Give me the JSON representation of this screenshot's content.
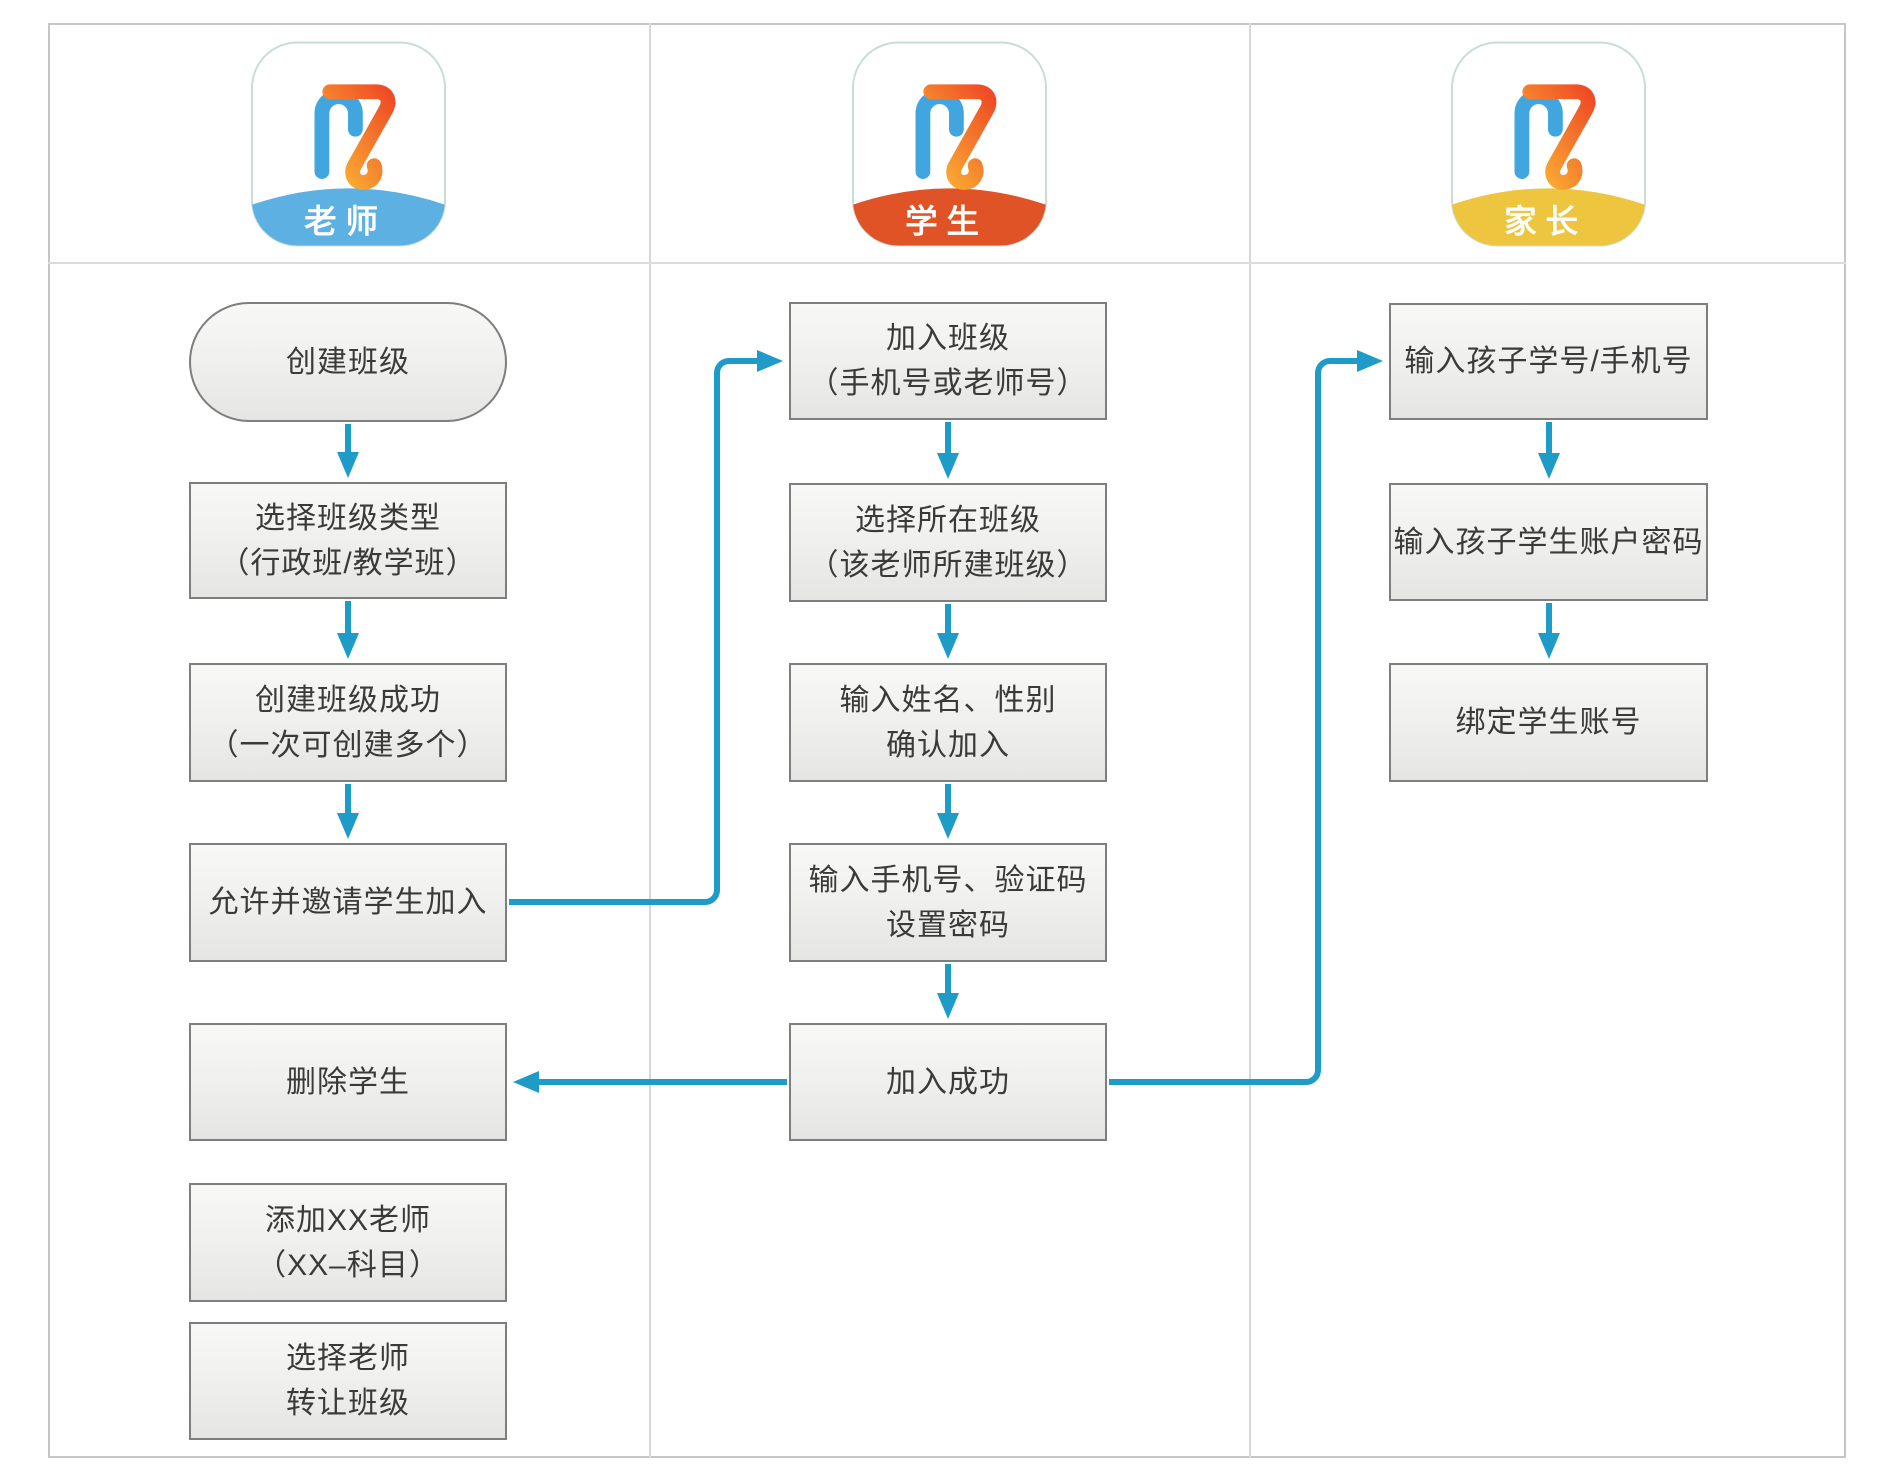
{
  "colors": {
    "arrow": "#1f9bc7",
    "box_border": "#7e7e7e",
    "box_fill_top": "#f8f8f7",
    "box_fill_bottom": "#e5e5e4",
    "frame_border": "#c6c6c6",
    "divider": "#d8d8d8",
    "logo_blue": "#41a6df",
    "logo_orange_start": "#ef4b25",
    "logo_orange_end": "#fbb033",
    "teacher_banner": "#5cb0e2",
    "student_banner": "#e05327",
    "parent_banner": "#edc53e"
  },
  "columns": [
    {
      "role": "teacher",
      "icon": {
        "label": "老师",
        "banner_color": "#5cb0e2"
      },
      "nodes": [
        {
          "line1": "创建班级"
        },
        {
          "line1": "选择班级类型",
          "line2": "（行政班/教学班）"
        },
        {
          "line1": "创建班级成功",
          "line2": "（一次可创建多个）"
        },
        {
          "line1": "允许并邀请学生加入"
        },
        {
          "line1": "删除学生"
        },
        {
          "line1": "添加XX老师",
          "line2": "（XX–科目）"
        },
        {
          "line1": "选择老师",
          "line2": "转让班级"
        }
      ]
    },
    {
      "role": "student",
      "icon": {
        "label": "学生",
        "banner_color": "#e05327"
      },
      "nodes": [
        {
          "line1": "加入班级",
          "line2": "（手机号或老师号）"
        },
        {
          "line1": "选择所在班级",
          "line2": "（该老师所建班级）"
        },
        {
          "line1": "输入姓名、性别",
          "line2": "确认加入"
        },
        {
          "line1": "输入手机号、验证码",
          "line2": "设置密码"
        },
        {
          "line1": "加入成功"
        }
      ]
    },
    {
      "role": "parent",
      "icon": {
        "label": "家长",
        "banner_color": "#edc53e"
      },
      "nodes": [
        {
          "line1": "输入孩子学号/手机号"
        },
        {
          "line1": "输入孩子学生账户密码"
        },
        {
          "line1": "绑定学生账号"
        }
      ]
    }
  ],
  "edges": [
    {
      "from": "创建班级",
      "to": "选择班级类型"
    },
    {
      "from": "选择班级类型",
      "to": "创建班级成功"
    },
    {
      "from": "创建班级成功",
      "to": "允许并邀请学生加入"
    },
    {
      "from": "允许并邀请学生加入",
      "to": "加入班级"
    },
    {
      "from": "加入班级",
      "to": "选择所在班级"
    },
    {
      "from": "选择所在班级",
      "to": "输入姓名、性别 确认加入"
    },
    {
      "from": "输入姓名、性别 确认加入",
      "to": "输入手机号、验证码 设置密码"
    },
    {
      "from": "输入手机号、验证码 设置密码",
      "to": "加入成功"
    },
    {
      "from": "加入成功",
      "to": "删除学生"
    },
    {
      "from": "加入成功",
      "to": "输入孩子学号/手机号"
    },
    {
      "from": "输入孩子学号/手机号",
      "to": "输入孩子学生账户密码"
    },
    {
      "from": "输入孩子学生账户密码",
      "to": "绑定学生账号"
    }
  ]
}
